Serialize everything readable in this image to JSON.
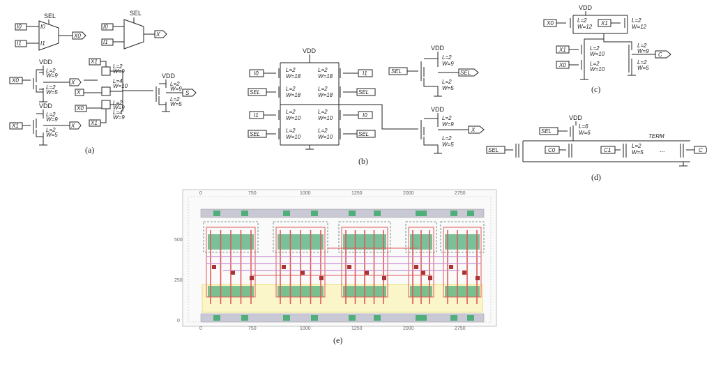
{
  "panels": {
    "a": {
      "caption": "(a)",
      "mux_top_left": {
        "sel": "SEL",
        "in0": "I0",
        "in1": "I1",
        "x": "X0"
      },
      "mux_top_right": {
        "sel": "SEL",
        "in0": "I0",
        "in1": "I1",
        "x": "X"
      },
      "labels": {
        "vdd1": "VDD",
        "vdd2": "VDD",
        "vdd3": "VDD",
        "x0a": "X0",
        "x1a": "X1",
        "x1b": "X1",
        "x0b": "X0",
        "xbar": "X",
        "t1a": "L=2",
        "t1b": "W=9",
        "t2a": "L=2",
        "t2b": "W=5",
        "t3a": "L=2",
        "t3b": "W=9",
        "t4a": "L=2",
        "t4b": "W=5",
        "t5a": "L=2",
        "t5b": "W=9",
        "t6a": "L=4",
        "t6b": "W=10",
        "t7a": "L=2",
        "t7b": "W=9",
        "t8a": "L=4",
        "t8b": "W=9",
        "t9a": "L=2",
        "t9b": "W=9",
        "t10a": "L=2",
        "t10b": "W=5",
        "out": "S"
      }
    },
    "b": {
      "caption": "(b)",
      "vdd": "VDD",
      "inputs": [
        "I0",
        "SEL",
        "I1",
        "SEL"
      ],
      "right_inputs": [
        "I1",
        "SEL",
        "I0",
        "SEL"
      ],
      "sizes": [
        [
          "L=2",
          "W=18",
          "L=2",
          "W=18"
        ],
        [
          "L=2",
          "W=18",
          "L=2",
          "W=18"
        ],
        [
          "L=2",
          "W=10",
          "L=2",
          "W=10"
        ],
        [
          "L=2",
          "W=10",
          "L=2",
          "W=10"
        ]
      ],
      "inv1": {
        "vdd": "VDD",
        "in": "SEL",
        "out": "SEL",
        "p": [
          "L=2",
          "W=9"
        ],
        "n": [
          "L=2",
          "W=5"
        ]
      },
      "inv2": {
        "vdd": "VDD",
        "out": "X",
        "p": [
          "L=2",
          "W=9"
        ],
        "n": [
          "L=2",
          "W=5"
        ]
      }
    },
    "c": {
      "caption": "(c)",
      "vdd": "VDD",
      "inputs": [
        "X0",
        "X1",
        "X1",
        "X0"
      ],
      "out": "C",
      "sizes": [
        [
          "L=2",
          "W=12"
        ],
        [
          "L=2",
          "W=12"
        ],
        [
          "L=2",
          "W=10"
        ],
        [
          "L=2",
          "W=9"
        ],
        [
          "L=2",
          "W=10"
        ],
        [
          "L=2",
          "W=5"
        ]
      ]
    },
    "d": {
      "caption": "(d)",
      "vdd": "VDD",
      "sel_top": "SEL",
      "sel_left": "SEL",
      "c0": "C0",
      "c1": "C1",
      "term": "TERM",
      "dots": "...",
      "cn": "C",
      "p": [
        "L=6",
        "W=6"
      ],
      "n": [
        "L=2",
        "W=5"
      ]
    },
    "e": {
      "caption": "(e)",
      "top_ticks": [
        "0",
        "750",
        "1000",
        "1250",
        "2000",
        "2750"
      ],
      "bottom_ticks": [
        "0",
        "750",
        "1000",
        "1250",
        "2000",
        "2750"
      ],
      "left_ticks": [
        "500",
        "250",
        "0"
      ]
    }
  },
  "colors": {
    "wire": "#222222",
    "metal_red": "#e05a5a",
    "poly_pink": "#d98ad0",
    "diff_green": "#4fae7a",
    "well_grey": "#c9c9d6",
    "well_yellow": "#f2e58a"
  }
}
